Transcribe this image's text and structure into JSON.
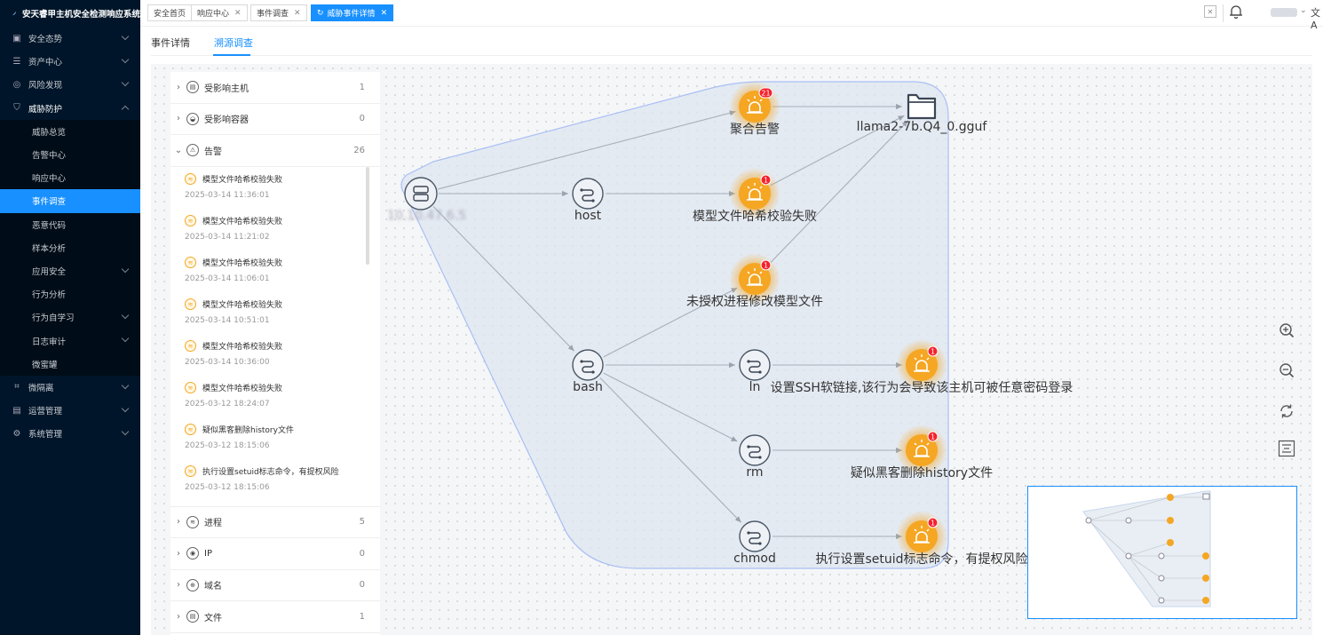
{
  "app": {
    "title": "安天睿甲主机安全检测响应系统"
  },
  "sidebar": {
    "items": [
      {
        "label": "安全态势",
        "icon": "dashboard-icon",
        "glyph": "▣"
      },
      {
        "label": "资产中心",
        "icon": "server-icon",
        "glyph": "☰"
      },
      {
        "label": "风险发现",
        "icon": "radar-icon",
        "glyph": "◎"
      },
      {
        "label": "威胁防护",
        "icon": "shield-icon",
        "glyph": "⛉"
      }
    ],
    "subitems": [
      {
        "label": "威胁总览"
      },
      {
        "label": "告警中心"
      },
      {
        "label": "响应中心"
      },
      {
        "label": "事件调查"
      },
      {
        "label": "恶意代码"
      },
      {
        "label": "样本分析"
      },
      {
        "label": "应用安全"
      },
      {
        "label": "行为分析"
      },
      {
        "label": "行为自学习"
      },
      {
        "label": "日志审计"
      },
      {
        "label": "微蜜罐"
      }
    ],
    "bottom_items": [
      {
        "label": "微隔离",
        "icon": "segment-icon",
        "glyph": "⌗"
      },
      {
        "label": "运营管理",
        "icon": "doc-icon",
        "glyph": "▤"
      },
      {
        "label": "系统管理",
        "icon": "gear-icon",
        "glyph": "⚙"
      }
    ]
  },
  "tabs": [
    {
      "label": "安全首页",
      "x": ""
    },
    {
      "label": "响应中心",
      "x": "✕"
    },
    {
      "label": "事件调查",
      "x": "✕"
    },
    {
      "label": "威胁事件详情",
      "x": "✕"
    }
  ],
  "subtabs": [
    "事件详情",
    "溯源调查"
  ],
  "panel": {
    "groups_top": [
      {
        "label": "受影响主机",
        "count": "1",
        "glyph": "▤"
      },
      {
        "label": "受影响容器",
        "count": "0",
        "glyph": "◒"
      },
      {
        "label": "告警",
        "count": "26",
        "glyph": "⚠"
      }
    ],
    "alerts": [
      {
        "title": "模型文件哈希校验失败",
        "time": "2025-03-14 11:36:01"
      },
      {
        "title": "模型文件哈希校验失败",
        "time": "2025-03-14 11:21:02"
      },
      {
        "title": "模型文件哈希校验失败",
        "time": "2025-03-14 11:06:01"
      },
      {
        "title": "模型文件哈希校验失败",
        "time": "2025-03-14 10:51:01"
      },
      {
        "title": "模型文件哈希校验失败",
        "time": "2025-03-14 10:36:00"
      },
      {
        "title": "模型文件哈希校验失败",
        "time": "2025-03-12 18:24:07"
      },
      {
        "title": "疑似黑客删除history文件",
        "time": "2025-03-12 18:15:06"
      },
      {
        "title": "执行设置setuid标志命令，有提权风险",
        "time": "2025-03-12 18:15:06"
      }
    ],
    "groups_bottom": [
      {
        "label": "进程",
        "count": "5",
        "glyph": "≋"
      },
      {
        "label": "IP",
        "count": "0",
        "glyph": "◉"
      },
      {
        "label": "域名",
        "count": "0",
        "glyph": "⊕"
      },
      {
        "label": "文件",
        "count": "1",
        "glyph": "▤"
      }
    ]
  },
  "graph": {
    "host_ip": "10.10.47.6.5",
    "nodes": {
      "host": "host",
      "bash": "bash",
      "ln": "ln",
      "rm": "rm",
      "chmod": "chmod",
      "agg": "聚合告警",
      "file": "llama2-7b.Q4_0.gguf",
      "hash": "模型文件哈希校验失败",
      "unauth": "未授权进程修改模型文件",
      "ssh": "设置SSH软链接,该行为会导致该主机可被任意密码登录",
      "history": "疑似黑客删除history文件",
      "setuid": "执行设置setuid标志命令，有提权风险"
    },
    "badges": {
      "agg": "21",
      "hash": "1",
      "unauth": "1",
      "ssh": "1",
      "history": "1",
      "setuid": "1"
    }
  },
  "colors": {
    "accent": "#1890ff",
    "alert": "#f5a623",
    "badge": "#f5222d",
    "sidebar": "#001529"
  }
}
